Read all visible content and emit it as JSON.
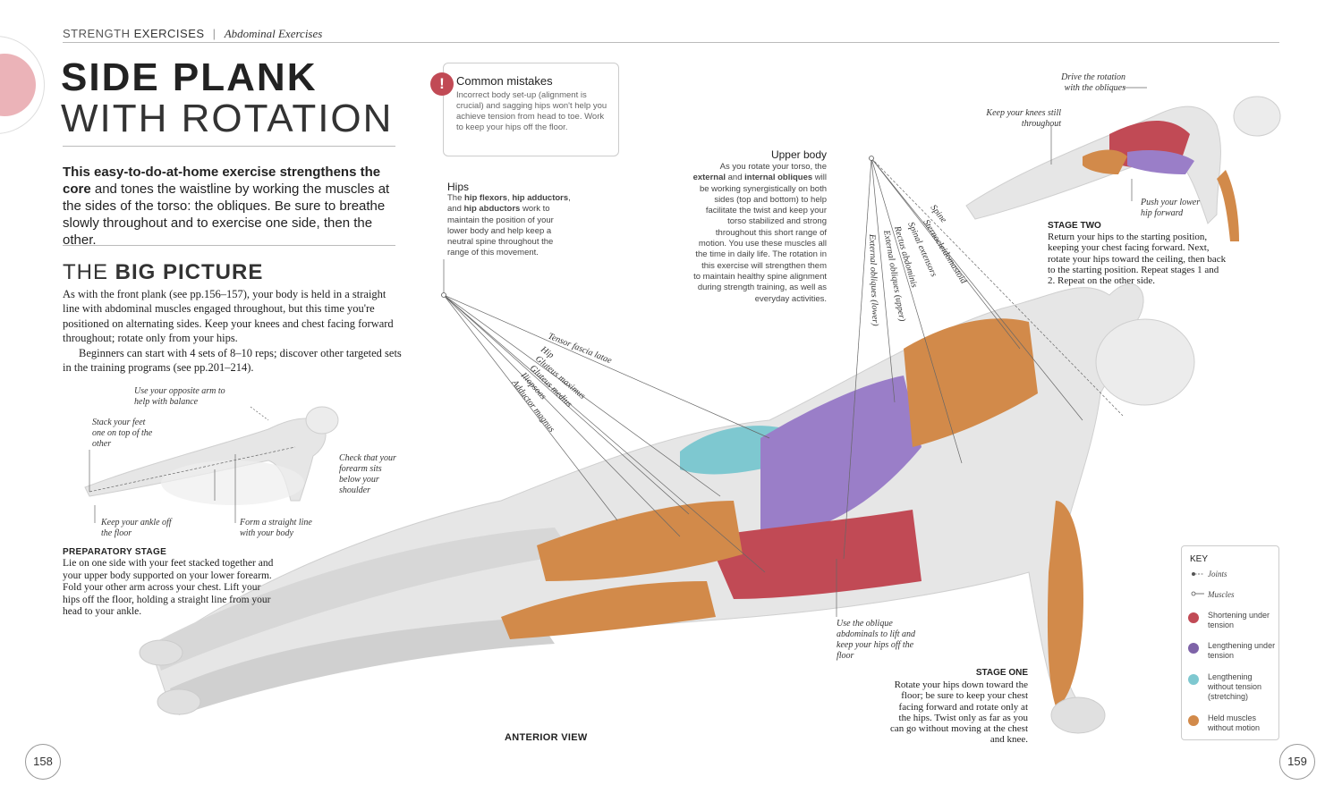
{
  "header": {
    "category_light": "STRENGTH",
    "category_bold": "EXERCISES",
    "separator": "|",
    "section": "Abdominal Exercises"
  },
  "title": {
    "line1": "SIDE PLANK",
    "line2": "WITH ROTATION"
  },
  "intro": {
    "bold": "This easy-to-do-at-home exercise strengthens the core",
    "rest": "and tones the waistline by working the muscles at the sides of the torso: the obliques. Be sure to breathe slowly throughout and to exercise one side, then the other."
  },
  "big_picture": {
    "heading_light": "THE",
    "heading_bold": "BIG PICTURE",
    "para1": "As with the front plank (see pp.156–157), your body is held in a straight line with abdominal muscles engaged throughout, but this time you're positioned on alternating sides. Keep your knees and chest facing forward throughout; rotate only from your hips.",
    "para2": "Beginners can start with 4 sets of 8–10 reps; discover other targeted sets in the training programs (see pp.201–214)."
  },
  "prep_figure": {
    "note_arm": "Use your opposite arm to help with balance",
    "note_feet": "Stack your feet one on top of the other",
    "note_forearm": "Check that your forearm sits below your shoulder",
    "note_ankle": "Keep your ankle off the floor",
    "note_line": "Form a straight line with your body"
  },
  "preparatory": {
    "heading": "PREPARATORY STAGE",
    "text": "Lie on one side with your feet stacked together and your upper body supported on your lower forearm. Fold your other arm across your chest. Lift your hips off the floor, holding a straight line from your head to your ankle."
  },
  "mistakes": {
    "icon": "!",
    "title": "Common mistakes",
    "text": "Incorrect body set-up (alignment is crucial) and sagging hips won't help you achieve tension from head to toe. Work to keep your hips off the floor."
  },
  "hips": {
    "heading": "Hips",
    "text_parts": [
      "The ",
      "hip flexors",
      ", ",
      "hip adductors",
      ", and ",
      "hip abductors",
      " work to maintain the position of your lower body and help keep a neutral spine throughout the range of this movement."
    ],
    "labels": [
      "Tensor fascia latae",
      "Hip",
      "Gluteus maximus",
      "Gluteus medius",
      "Iliopsoas",
      "Adductor magnus"
    ]
  },
  "upper_body": {
    "heading_light": "Upper",
    "heading_bold": "body",
    "text_parts": [
      "As you rotate your torso, the ",
      "external",
      " and ",
      "internal obliques",
      " will be working synergistically on both sides (top and bottom) to help facilitate the twist and keep your torso stabilized and strong throughout this short range of motion. You use these muscles all the time in daily life. The rotation in this exercise will strengthen them to maintain healthy spine alignment during strength training, as well as everyday activities."
    ],
    "labels": [
      "Spine",
      "Sternocleidomastoid",
      "Spinal extensors",
      "Rectus abdominis",
      "External obliques (upper)",
      "External obliques (lower)"
    ]
  },
  "stage_two": {
    "note_rotation": "Drive the rotation with the obliques",
    "note_knees": "Keep your knees still throughout",
    "note_hip": "Push your lower hip forward",
    "heading": "STAGE TWO",
    "text": "Return your hips to the starting position, keeping your chest facing forward. Next, rotate your hips toward the ceiling, then back to the starting position. Repeat stages 1 and 2. Repeat on the other side."
  },
  "stage_one": {
    "note_oblique": "Use the oblique abdominals to lift and keep your hips off the floor",
    "heading": "STAGE ONE",
    "text": "Rotate your hips down toward the floor; be sure to keep your chest facing forward and rotate only at the hips. Twist only as far as you can go without moving at the chest and knee."
  },
  "view_label": "ANTERIOR VIEW",
  "key": {
    "title": "KEY",
    "items": [
      {
        "label": "Joints",
        "style": "joint"
      },
      {
        "label": "Muscles",
        "style": "muscle"
      },
      {
        "label": "Shortening under tension",
        "color": "#c14a55"
      },
      {
        "label": "Lengthening under tension",
        "color": "#7e63a8"
      },
      {
        "label": "Lengthening without tension (stretching)",
        "color": "#7ec8d0"
      },
      {
        "label": "Held muscles without motion",
        "color": "#d28a4a"
      }
    ]
  },
  "colors": {
    "shortening": "#c14a55",
    "lengthening": "#7e63a8",
    "stretching": "#7ec8d0",
    "held": "#d28a4a"
  },
  "page_left": "158",
  "page_right": "159"
}
